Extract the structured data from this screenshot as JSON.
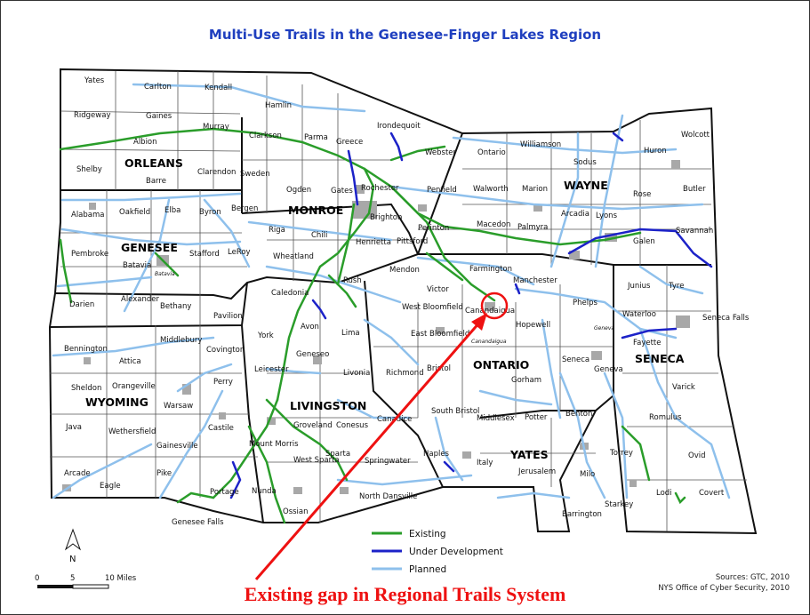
{
  "title": "Multi-Use Trails in the Genesee-Finger Lakes Region",
  "caption": "Existing gap in Regional Trails System",
  "sources": [
    "Sources: GTC, 2010",
    "NYS Office of Cyber Security, 2010"
  ],
  "north_label": "N",
  "scale": {
    "labels": [
      "0",
      "5",
      "10 Miles"
    ]
  },
  "colors": {
    "existing": "#2a9d2a",
    "under_development": "#1c22c8",
    "planned": "#8ec0ec",
    "highlight": "#ee1111",
    "title": "#1f3fbf"
  },
  "legend": [
    {
      "label": "Existing",
      "color": "#2a9d2a"
    },
    {
      "label": "Under Development",
      "color": "#1c22c8"
    },
    {
      "label": "Planned",
      "color": "#8ec0ec"
    }
  ],
  "counties": [
    "ORLEANS",
    "MONROE",
    "WAYNE",
    "GENESEE",
    "ONTARIO",
    "SENECA",
    "WYOMING",
    "LIVINGSTON",
    "YATES"
  ],
  "towns": [
    "Yates",
    "Carlton",
    "Kendall",
    "Hamlin",
    "Irondequoit",
    "Ridgeway",
    "Gaines",
    "Murray",
    "Clarkson",
    "Parma",
    "Greece",
    "Albion",
    "Shelby",
    "Barre",
    "Clarendon",
    "Sweden",
    "Ogden",
    "Gates",
    "Rochester",
    "Alabama",
    "Oakfield",
    "Elba",
    "Byron",
    "Bergen",
    "Riga",
    "Chili",
    "Brighton",
    "Henrietta",
    "Pittsford",
    "Webster",
    "Ontario",
    "Williamson",
    "Sodus",
    "Huron",
    "Wolcott",
    "Penfield",
    "Walworth",
    "Marion",
    "Rose",
    "Butler",
    "Macedon",
    "Palmyra",
    "Arcadia",
    "Lyons",
    "Galen",
    "Savannah",
    "Perinton",
    "Pembroke",
    "Batavia",
    "Stafford",
    "LeRoy",
    "Wheatland",
    "Caledonia",
    "Rush",
    "Mendon",
    "Victor",
    "Farmington",
    "Manchester",
    "Junius",
    "Tyre",
    "Darien",
    "Alexander",
    "Bethany",
    "Pavilion",
    "York",
    "Avon",
    "Lima",
    "West Bloomfield",
    "East Bloomfield",
    "Canandaigua",
    "Hopewell",
    "Phelps",
    "Waterloo",
    "Seneca Falls",
    "Fayette",
    "Bennington",
    "Attica",
    "Middlebury",
    "Covington",
    "Leicester",
    "Geneseo",
    "Livonia",
    "Richmond",
    "Bristol",
    "Gorham",
    "Seneca",
    "Geneva",
    "Varick",
    "Sheldon",
    "Orangeville",
    "Warsaw",
    "Perry",
    "Groveland",
    "Conesus",
    "Canadice",
    "South Bristol",
    "Middlesex",
    "Potter",
    "Benton",
    "Romulus",
    "Java",
    "Wethersfield",
    "Gainesville",
    "Castile",
    "Mount Morris",
    "Sparta",
    "West Sparta",
    "Springwater",
    "Naples",
    "Italy",
    "Jerusalem",
    "Milo",
    "Torrey",
    "Ovid",
    "Arcade",
    "Eagle",
    "Pike",
    "Portage",
    "Nunda",
    "North Dansville",
    "Ossian",
    "Lodi",
    "Covert",
    "Genesee Falls",
    "Barrington",
    "Starkey"
  ],
  "sub_labels": [
    "Batavia",
    "Canandaigua",
    "Geneva"
  ]
}
